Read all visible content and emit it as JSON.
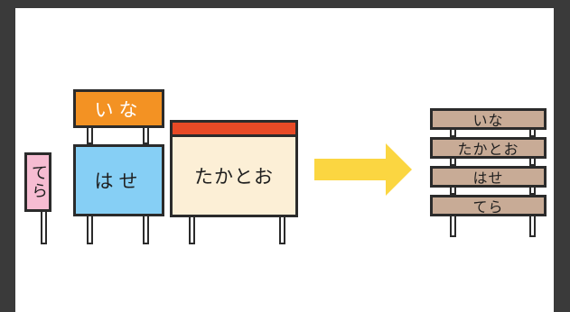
{
  "colors": {
    "background": "#3a3a3a",
    "panel": "#ffffff",
    "outline": "#2b2b2b",
    "sign_ina": "#f39223",
    "sign_hase": "#86cff5",
    "sign_tera": "#f6bcd2",
    "sign_takatoo_body": "#fcefd6",
    "sign_takatoo_top": "#e84a26",
    "arrow": "#fbd641",
    "plank": "#c8ab96"
  },
  "signs": {
    "tera": "てら",
    "ina": "いな",
    "hase": "はせ",
    "takatoo": "たかとお"
  },
  "arrow": {
    "icon": "right-arrow-icon"
  },
  "board": {
    "planks": [
      "いな",
      "たかとお",
      "はせ",
      "てら"
    ]
  }
}
